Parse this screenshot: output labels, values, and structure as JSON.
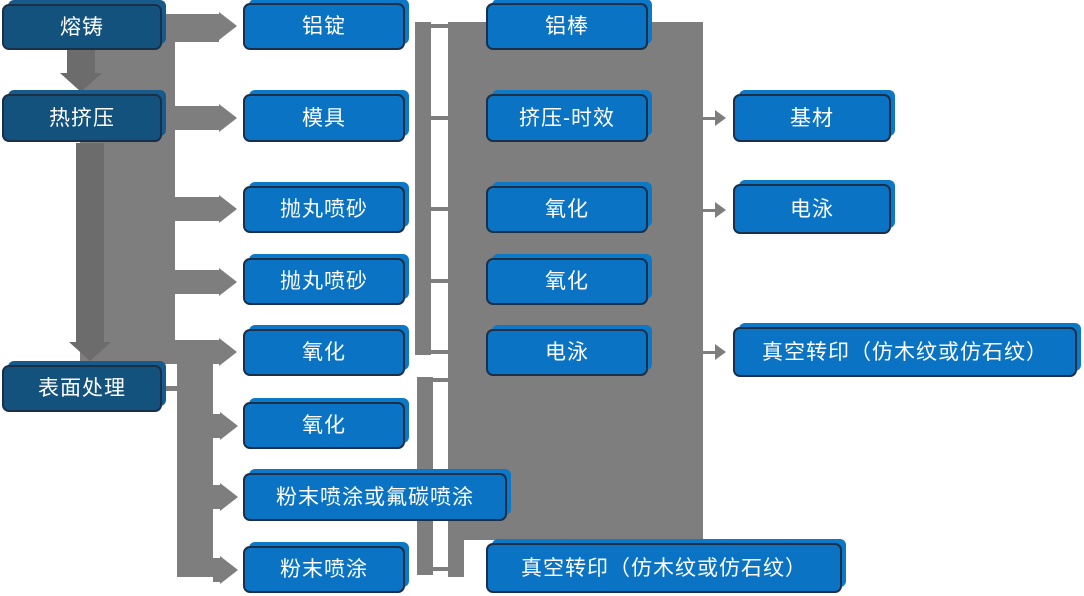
{
  "diagram": {
    "type": "process-flowchart",
    "language": "zh-CN",
    "colors": {
      "node_blue": "#0a73c4",
      "node_dark_blue": "#14527e",
      "node_border": "#1b3048",
      "connector_gray": "#7e7e7e",
      "connector_dark_gray": "#6c6c6c",
      "text": "#ffffff",
      "background": "#ffffff"
    },
    "nodes": {
      "c1": [
        "熔铸",
        "热挤压",
        "表面处理"
      ],
      "c2": [
        "铝锭",
        "模具",
        "抛丸喷砂",
        "抛丸喷砂",
        "氧化",
        "氧化",
        "粉末喷涂或氟碳喷涂",
        "粉末喷涂"
      ],
      "c3": [
        "铝棒",
        "挤压-时效",
        "氧化",
        "氧化",
        "电泳",
        "真空转印（仿木纹或仿石纹）"
      ],
      "c4": [
        "基材",
        "电泳",
        "真空转印（仿木纹或仿石纹）"
      ]
    }
  }
}
